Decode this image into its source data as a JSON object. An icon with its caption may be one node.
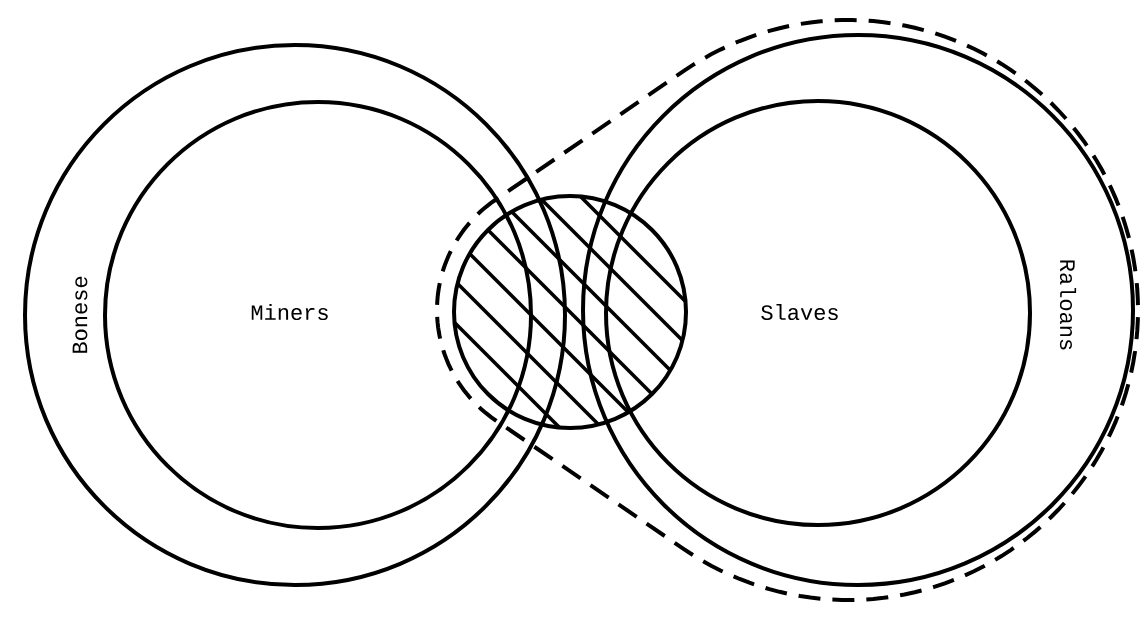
{
  "diagram": {
    "nodes": [
      {
        "text": [
          "Bonese"
        ]
      },
      {
        "text": [
          "Miners"
        ],
        "in": 0
      },
      {
        "text": [],
        "shape": "outline"
      },
      {
        "text": [],
        "shape": "circle"
      },
      {
        "text": [
          "Raloans"
        ],
        "in": 2
      },
      {
        "text": [
          "Slaves"
        ],
        "in": 4
      }
    ]
  }
}
